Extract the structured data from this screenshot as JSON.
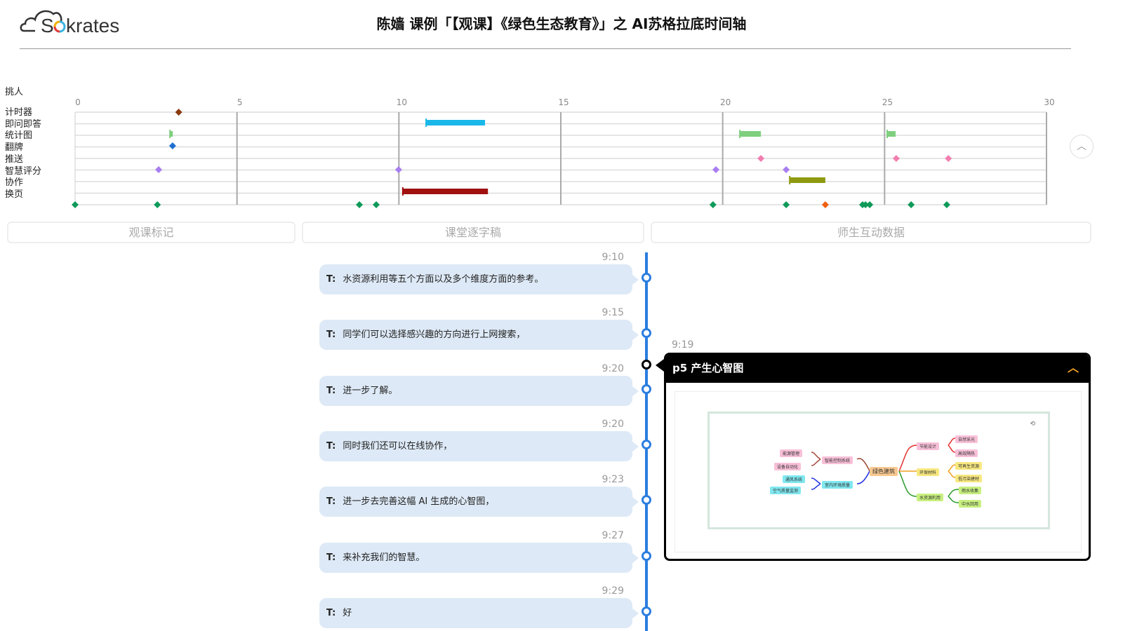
{
  "header": {
    "logo": "Sokrates",
    "title": "陈嫱 课例「【观课】《绿色生态教育》」之 AI苏格拉底时间轴"
  },
  "chart_data": {
    "type": "timeline",
    "xlim": [
      0,
      30
    ],
    "xticks": [
      "0",
      "5",
      "10",
      "15",
      "20",
      "25",
      "30"
    ],
    "top_label": "挑人",
    "rows": [
      "计时器",
      "即问即答",
      "统计图",
      "翻牌",
      "推送",
      "智慧评分",
      "协作",
      "换页"
    ],
    "events": [
      {
        "row": "计时器",
        "kind": "point",
        "x": 3.2,
        "color": "#8b3a10"
      },
      {
        "row": "即问即答",
        "kind": "range",
        "x": [
          10.84,
          12.66
        ],
        "color": "#1ab8e8"
      },
      {
        "row": "统计图",
        "kind": "range",
        "x": [
          2.93,
          3.01
        ],
        "color": "#7ecf7e"
      },
      {
        "row": "统计图",
        "kind": "range",
        "x": [
          20.53,
          21.18
        ],
        "color": "#7ecf7e"
      },
      {
        "row": "统计图",
        "kind": "range",
        "x": [
          25.08,
          25.34
        ],
        "color": "#7ecf7e"
      },
      {
        "row": "翻牌",
        "kind": "point",
        "x": 3.01,
        "color": "#1f6fd0"
      },
      {
        "row": "推送",
        "kind": "point",
        "x": 21.18,
        "color": "#f27fb0"
      },
      {
        "row": "推送",
        "kind": "point",
        "x": 25.36,
        "color": "#f27fb0"
      },
      {
        "row": "推送",
        "kind": "point",
        "x": 26.97,
        "color": "#f27fb0"
      },
      {
        "row": "智慧评分",
        "kind": "point",
        "x": 2.58,
        "color": "#a97ef0"
      },
      {
        "row": "智慧评分",
        "kind": "point",
        "x": 9.99,
        "color": "#a97ef0"
      },
      {
        "row": "智慧评分",
        "kind": "point",
        "x": 19.79,
        "color": "#a97ef0"
      },
      {
        "row": "智慧评分",
        "kind": "point",
        "x": 21.96,
        "color": "#a97ef0"
      },
      {
        "row": "协作",
        "kind": "range",
        "x": [
          22.07,
          23.17
        ],
        "color": "#8f9a10"
      },
      {
        "row": "换页",
        "kind": "range",
        "x": [
          10.12,
          12.75
        ],
        "color": "#a01010"
      },
      {
        "row": "axis",
        "kind": "point",
        "x": 0,
        "color": "#0f9a5a"
      },
      {
        "row": "axis",
        "kind": "point",
        "x": 2.54,
        "color": "#0f9a5a"
      },
      {
        "row": "axis",
        "kind": "point",
        "x": 8.78,
        "color": "#0f9a5a"
      },
      {
        "row": "axis",
        "kind": "point",
        "x": 9.3,
        "color": "#0f9a5a"
      },
      {
        "row": "axis",
        "kind": "point",
        "x": 19.7,
        "color": "#0f9a5a"
      },
      {
        "row": "axis",
        "kind": "point",
        "x": 21.96,
        "color": "#0f9a5a"
      },
      {
        "row": "axis",
        "kind": "point",
        "x": 23.17,
        "color": "#f06010"
      },
      {
        "row": "axis",
        "kind": "point",
        "x": 24.32,
        "color": "#0f9a5a"
      },
      {
        "row": "axis",
        "kind": "point",
        "x": 24.41,
        "color": "#0f9a5a"
      },
      {
        "row": "axis",
        "kind": "point",
        "x": 24.54,
        "color": "#0f9a5a"
      },
      {
        "row": "axis",
        "kind": "point",
        "x": 25.82,
        "color": "#0f9a5a"
      },
      {
        "row": "axis",
        "kind": "point",
        "x": 26.92,
        "color": "#0f9a5a"
      }
    ]
  },
  "tabs": [
    "观课标记",
    "课堂逐字稿",
    "师生互动数据"
  ],
  "transcript": [
    {
      "time": "9:10",
      "speaker": "T:",
      "text": "水资源利用等五个方面以及多个维度方面的参考。"
    },
    {
      "time": "9:15",
      "speaker": "T:",
      "text": "同学们可以选择感兴趣的方向进行上网搜索，"
    },
    {
      "time": "9:20",
      "speaker": "T:",
      "text": "进一步了解。"
    },
    {
      "time": "9:20",
      "speaker": "T:",
      "text": "同时我们还可以在线协作，"
    },
    {
      "time": "9:23",
      "speaker": "T:",
      "text": "进一步去完善这幅 AI 生成的心智图，"
    },
    {
      "time": "9:27",
      "speaker": "T:",
      "text": "来补充我们的智慧。"
    },
    {
      "time": "9:29",
      "speaker": "T:",
      "text": "好"
    }
  ],
  "popup": {
    "time": "9:19",
    "title": "p5 产生心智图",
    "mindmap": {
      "center": "绿色建筑",
      "nodes": [
        "节能设计",
        "自然采光",
        "高效隔热",
        "环保材料",
        "可再生资源",
        "低污染建材",
        "水资源利用",
        "雨水收集",
        "中水回用",
        "智能控制系统",
        "能源管理",
        "设备自动化",
        "室内环境质量",
        "通风系统",
        "空气质量监测"
      ]
    }
  }
}
